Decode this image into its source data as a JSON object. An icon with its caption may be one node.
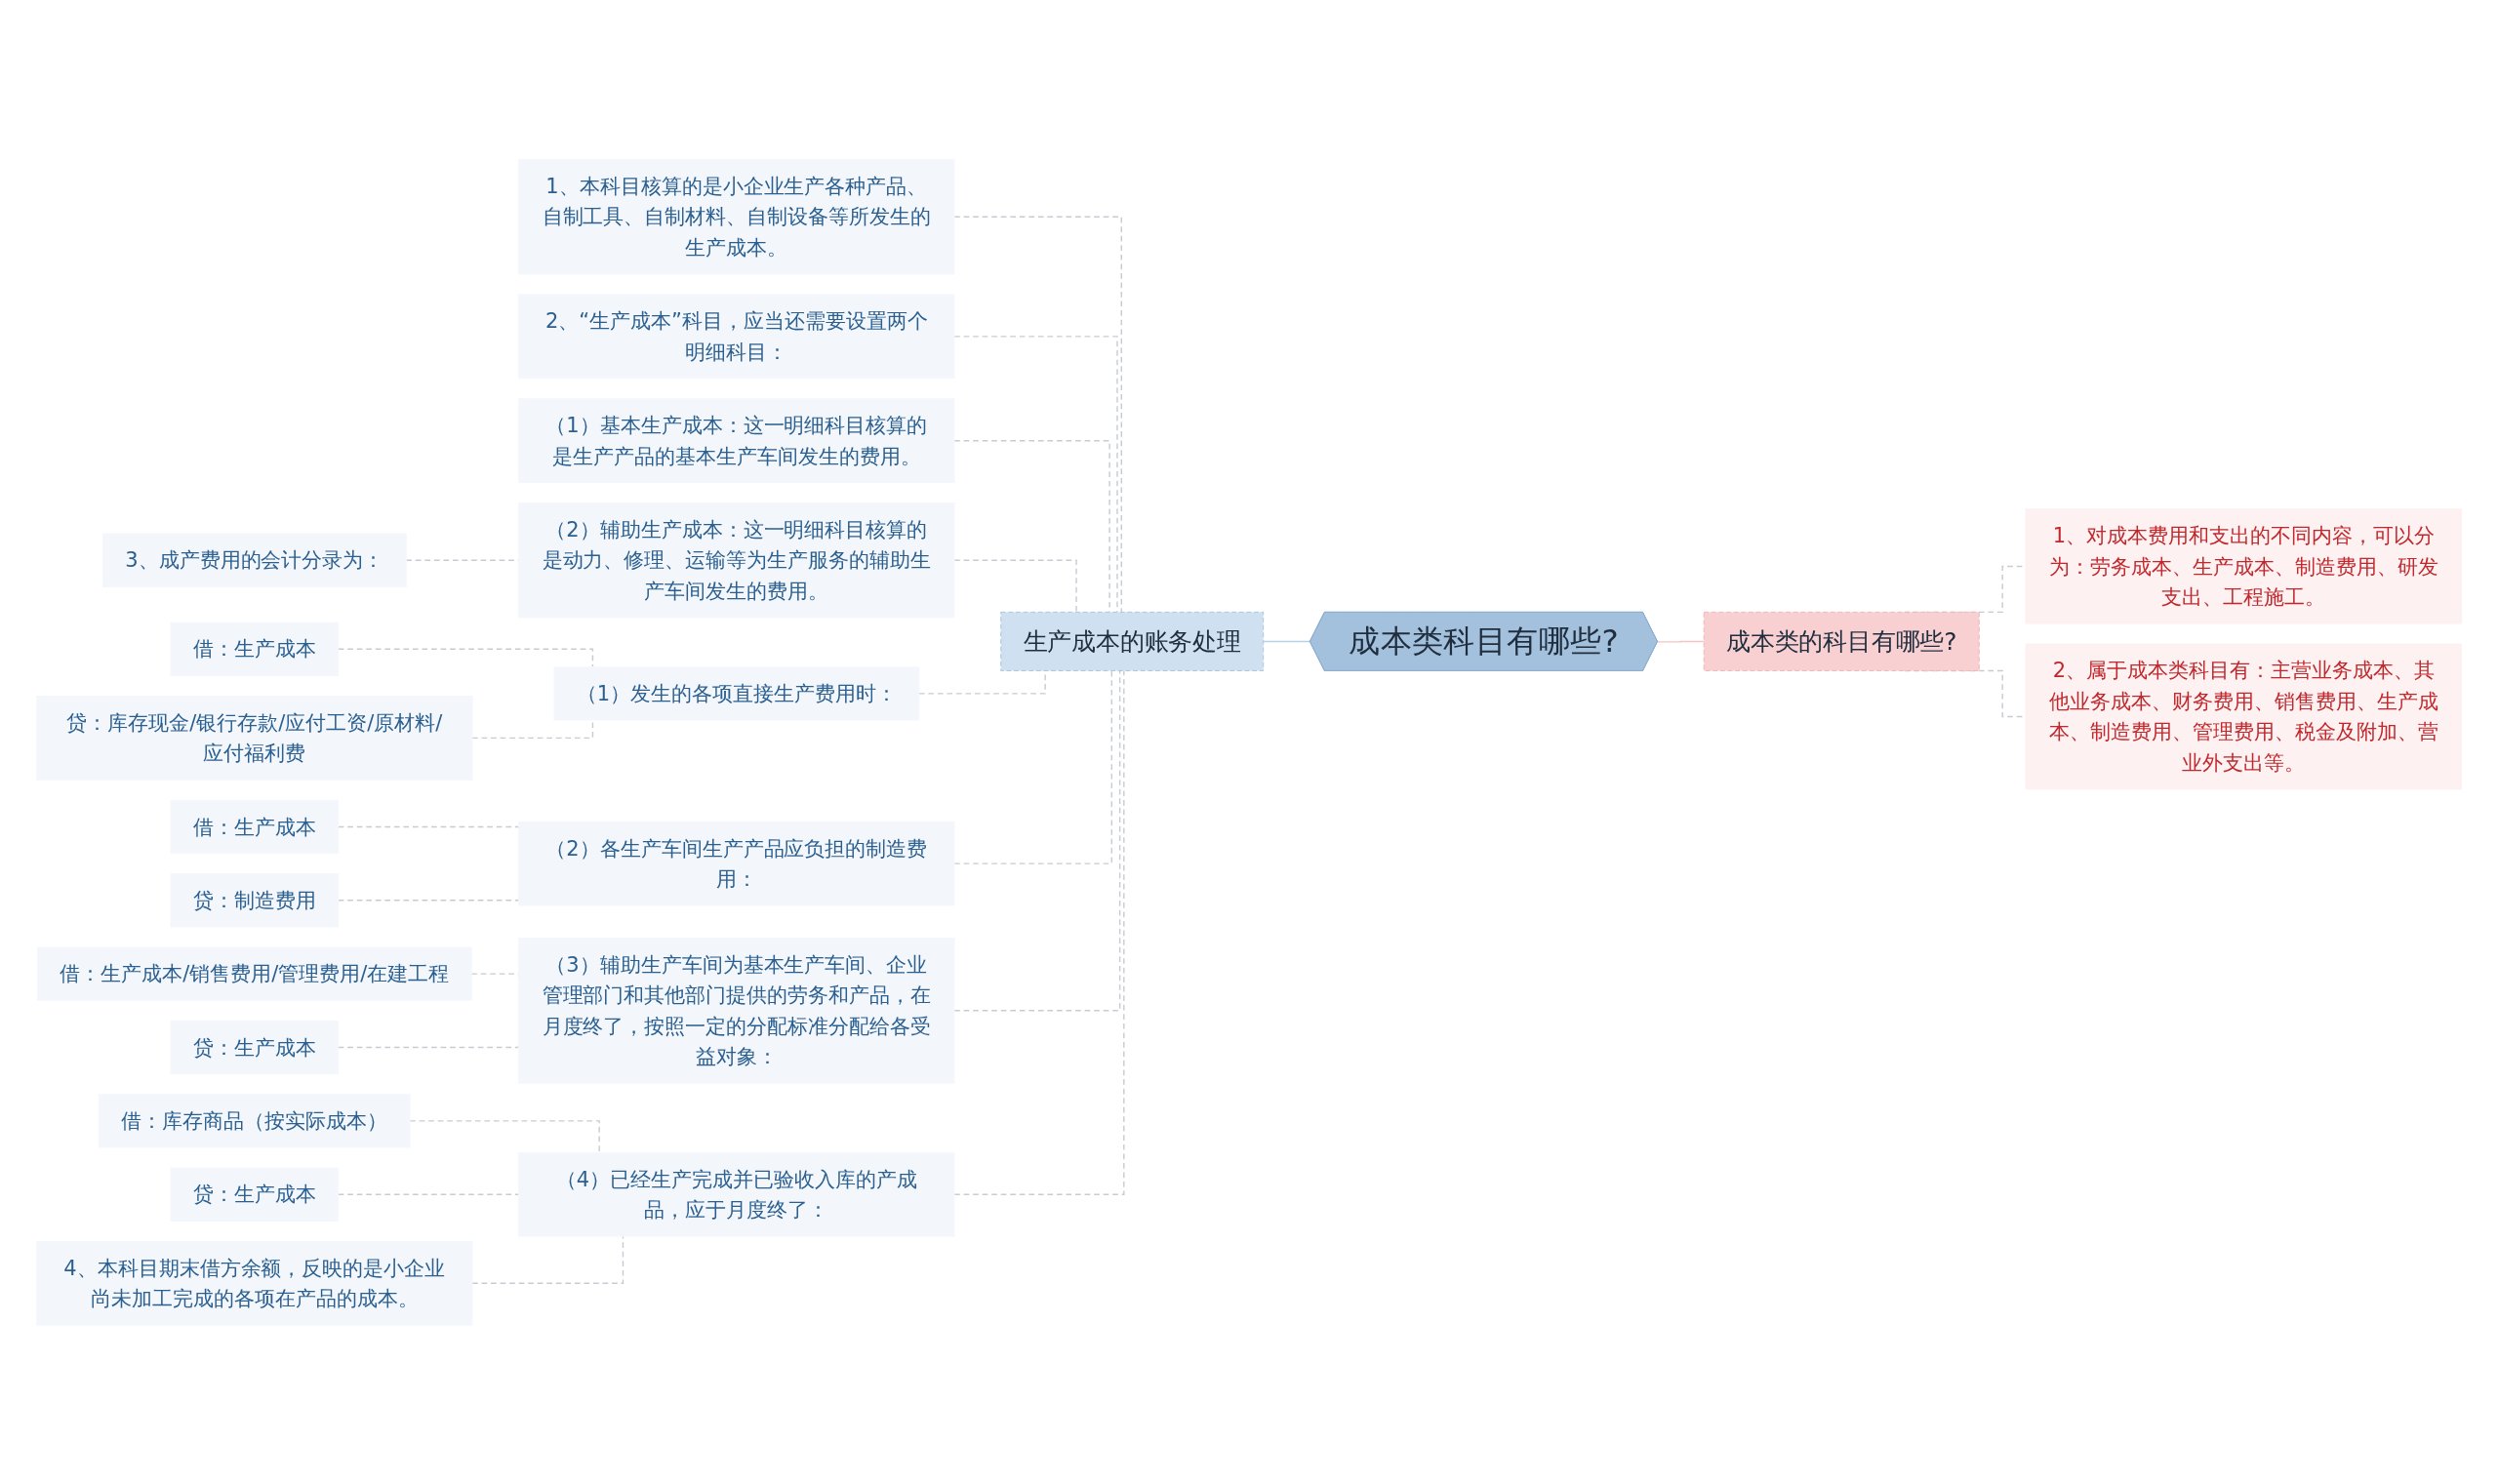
{
  "diagram": {
    "nodes": [
      {
        "text": [
          "成本类科目有哪些?"
        ]
      },
      {
        "text": [
          "生产成本的账务处理"
        ]
      },
      {
        "text": [
          "1、本科目核算的是小企业生产各种产品、自制工具、自制材料、自制设备等所发生的生产成本。"
        ]
      },
      {
        "text": [
          "2、“生产成本”科目，应当还需要设置两个明细科目："
        ]
      },
      {
        "text": [
          "（1）基本生产成本：这一明细科目核算的是生产产品的基本生产车间发生的费用。"
        ]
      },
      {
        "text": [
          "3、成产费用的会计分录为："
        ]
      },
      {
        "text": [
          "（2）辅助生产成本：这一明细科目核算的是动力、修理、运输等为生产服务的辅助生产车间发生的费用。"
        ]
      },
      {
        "text": [
          "借：生产成本"
        ]
      },
      {
        "text": [
          "贷：库存现金/银行存款/应付工资/原材料/应付福利费"
        ]
      },
      {
        "text": [
          "（1）发生的各项直接生产费用时："
        ]
      },
      {
        "text": [
          "借：生产成本"
        ]
      },
      {
        "text": [
          "（2）各生产车间生产产品应负担的制造费用："
        ]
      },
      {
        "text": [
          "贷：制造费用"
        ]
      },
      {
        "text": [
          "借：生产成本/销售费用/管理费用/在建工程"
        ]
      },
      {
        "text": [
          "（3）辅助生产车间为基本生产车间、企业管理部门和其他部门提供的劳务和产品，在月度终了，按照一定的分配标准分配给各受益对象："
        ]
      },
      {
        "text": [
          "贷：生产成本"
        ]
      },
      {
        "text": [
          "借：库存商品（按实际成本）"
        ]
      },
      {
        "text": [
          "贷：生产成本"
        ]
      },
      {
        "text": [
          "（4）已经生产完成并已验收入库的产成品，应于月度终了："
        ]
      },
      {
        "text": [
          "4、本科目期末借方余额，反映的是小企业尚未加工完成的各项在产品的成本。"
        ]
      },
      {
        "text": [
          "成本类的科目有哪些?"
        ]
      },
      {
        "text": [
          "1、对成本费用和支出的不同内容，可以分为：劳务成本、生产成本、制造费用、研发支出、工程施工。"
        ]
      },
      {
        "text": [
          "2、属于成本类科目有：主营业务成本、其他业务成本、财务费用、销售费用、生产成本、制造费用、管理费用、税金及附加、营业外支出等。"
        ]
      }
    ],
    "edges": [
      {
        "from": 1,
        "to": 0,
        "arrow": "none",
        "color": "#b8d0e8"
      },
      {
        "from": 2,
        "to": 1,
        "arrow": "none",
        "style": "dashed"
      },
      {
        "from": 3,
        "to": 1,
        "arrow": "none",
        "style": "dashed"
      },
      {
        "from": 4,
        "to": 1,
        "arrow": "none",
        "style": "dashed"
      },
      {
        "from": 6,
        "to": 1,
        "arrow": "none",
        "style": "dashed"
      },
      {
        "from": 5,
        "to": 6,
        "arrow": "none",
        "style": "dashed"
      },
      {
        "from": 9,
        "to": 1,
        "arrow": "none",
        "style": "dashed"
      },
      {
        "from": 7,
        "to": 9,
        "arrow": "none",
        "style": "dashed"
      },
      {
        "from": 8,
        "to": 9,
        "arrow": "none",
        "style": "dashed"
      },
      {
        "from": 11,
        "to": 1,
        "arrow": "none",
        "style": "dashed"
      },
      {
        "from": 10,
        "to": 11,
        "arrow": "none",
        "style": "dashed"
      },
      {
        "from": 12,
        "to": 11,
        "arrow": "none",
        "style": "dashed"
      },
      {
        "from": 14,
        "to": 1,
        "arrow": "none",
        "style": "dashed"
      },
      {
        "from": 13,
        "to": 14,
        "arrow": "none",
        "style": "dashed"
      },
      {
        "from": 15,
        "to": 14,
        "arrow": "none",
        "style": "dashed"
      },
      {
        "from": 18,
        "to": 1,
        "arrow": "none",
        "style": "dashed"
      },
      {
        "from": 16,
        "to": 18,
        "arrow": "none",
        "style": "dashed"
      },
      {
        "from": 17,
        "to": 18,
        "arrow": "none",
        "style": "dashed"
      },
      {
        "from": 19,
        "to": 18,
        "arrow": "none",
        "style": "dashed"
      },
      {
        "from": 0,
        "to": 20,
        "arrow": "none",
        "color": "#f2c4c6"
      },
      {
        "from": 20,
        "to": 21,
        "arrow": "none",
        "style": "dashed"
      },
      {
        "from": 20,
        "to": 22,
        "arrow": "none",
        "style": "dashed"
      }
    ]
  }
}
